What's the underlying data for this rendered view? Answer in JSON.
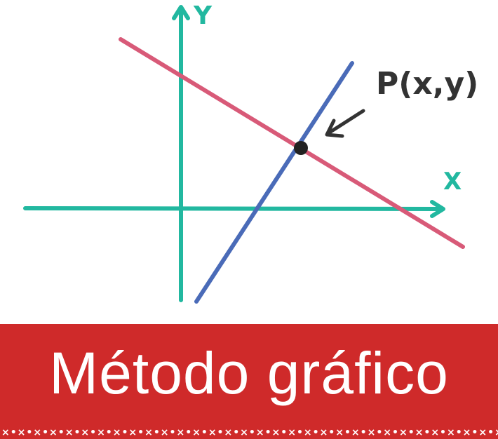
{
  "diagram": {
    "y_axis_label": "Y",
    "x_axis_label": "X",
    "point_label": "P(x,y)",
    "colors": {
      "axes": "#22b8a0",
      "line_red": "#d85a78",
      "line_blue": "#4a6bb8",
      "point": "#222222",
      "annotation": "#333333"
    }
  },
  "banner": {
    "title": "Método gráfico",
    "background": "#cf2a2a",
    "pattern": "×•×•×•×•×•×•×•×•×•×•×•×•×•×•×•×•×•×•×•×•×•×•×•×•×•×•×•×•×•×•×•×•×•×•×•×•×•×•×•×•×•×"
  }
}
